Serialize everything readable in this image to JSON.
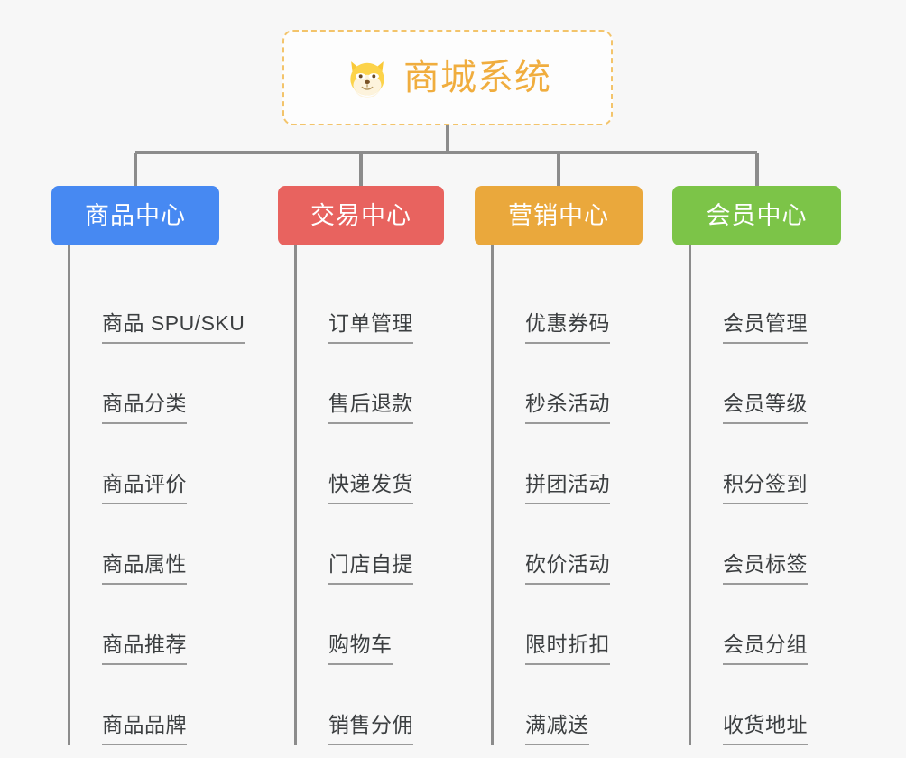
{
  "root": {
    "title": "商城系统",
    "icon": "shiba-dog-face-icon",
    "border_color": "#f3c46b",
    "text_color": "#f0ad3e"
  },
  "page": {
    "background": "#f7f7f7",
    "connector_color": "#8c8c8c"
  },
  "categories": [
    {
      "label": "商品中心",
      "color": "#4789f2",
      "items": [
        "商品 SPU/SKU",
        "商品分类",
        "商品评价",
        "商品属性",
        "商品推荐",
        "商品品牌"
      ]
    },
    {
      "label": "交易中心",
      "color": "#e8635f",
      "items": [
        "订单管理",
        "售后退款",
        "快递发货",
        "门店自提",
        "购物车",
        "销售分佣"
      ]
    },
    {
      "label": "营销中心",
      "color": "#eaa83c",
      "items": [
        "优惠券码",
        "秒杀活动",
        "拼团活动",
        "砍价活动",
        "限时折扣",
        "满减送"
      ]
    },
    {
      "label": "会员中心",
      "color": "#7cc448",
      "items": [
        "会员管理",
        "会员等级",
        "积分签到",
        "会员标签",
        "会员分组",
        "收货地址"
      ]
    }
  ]
}
